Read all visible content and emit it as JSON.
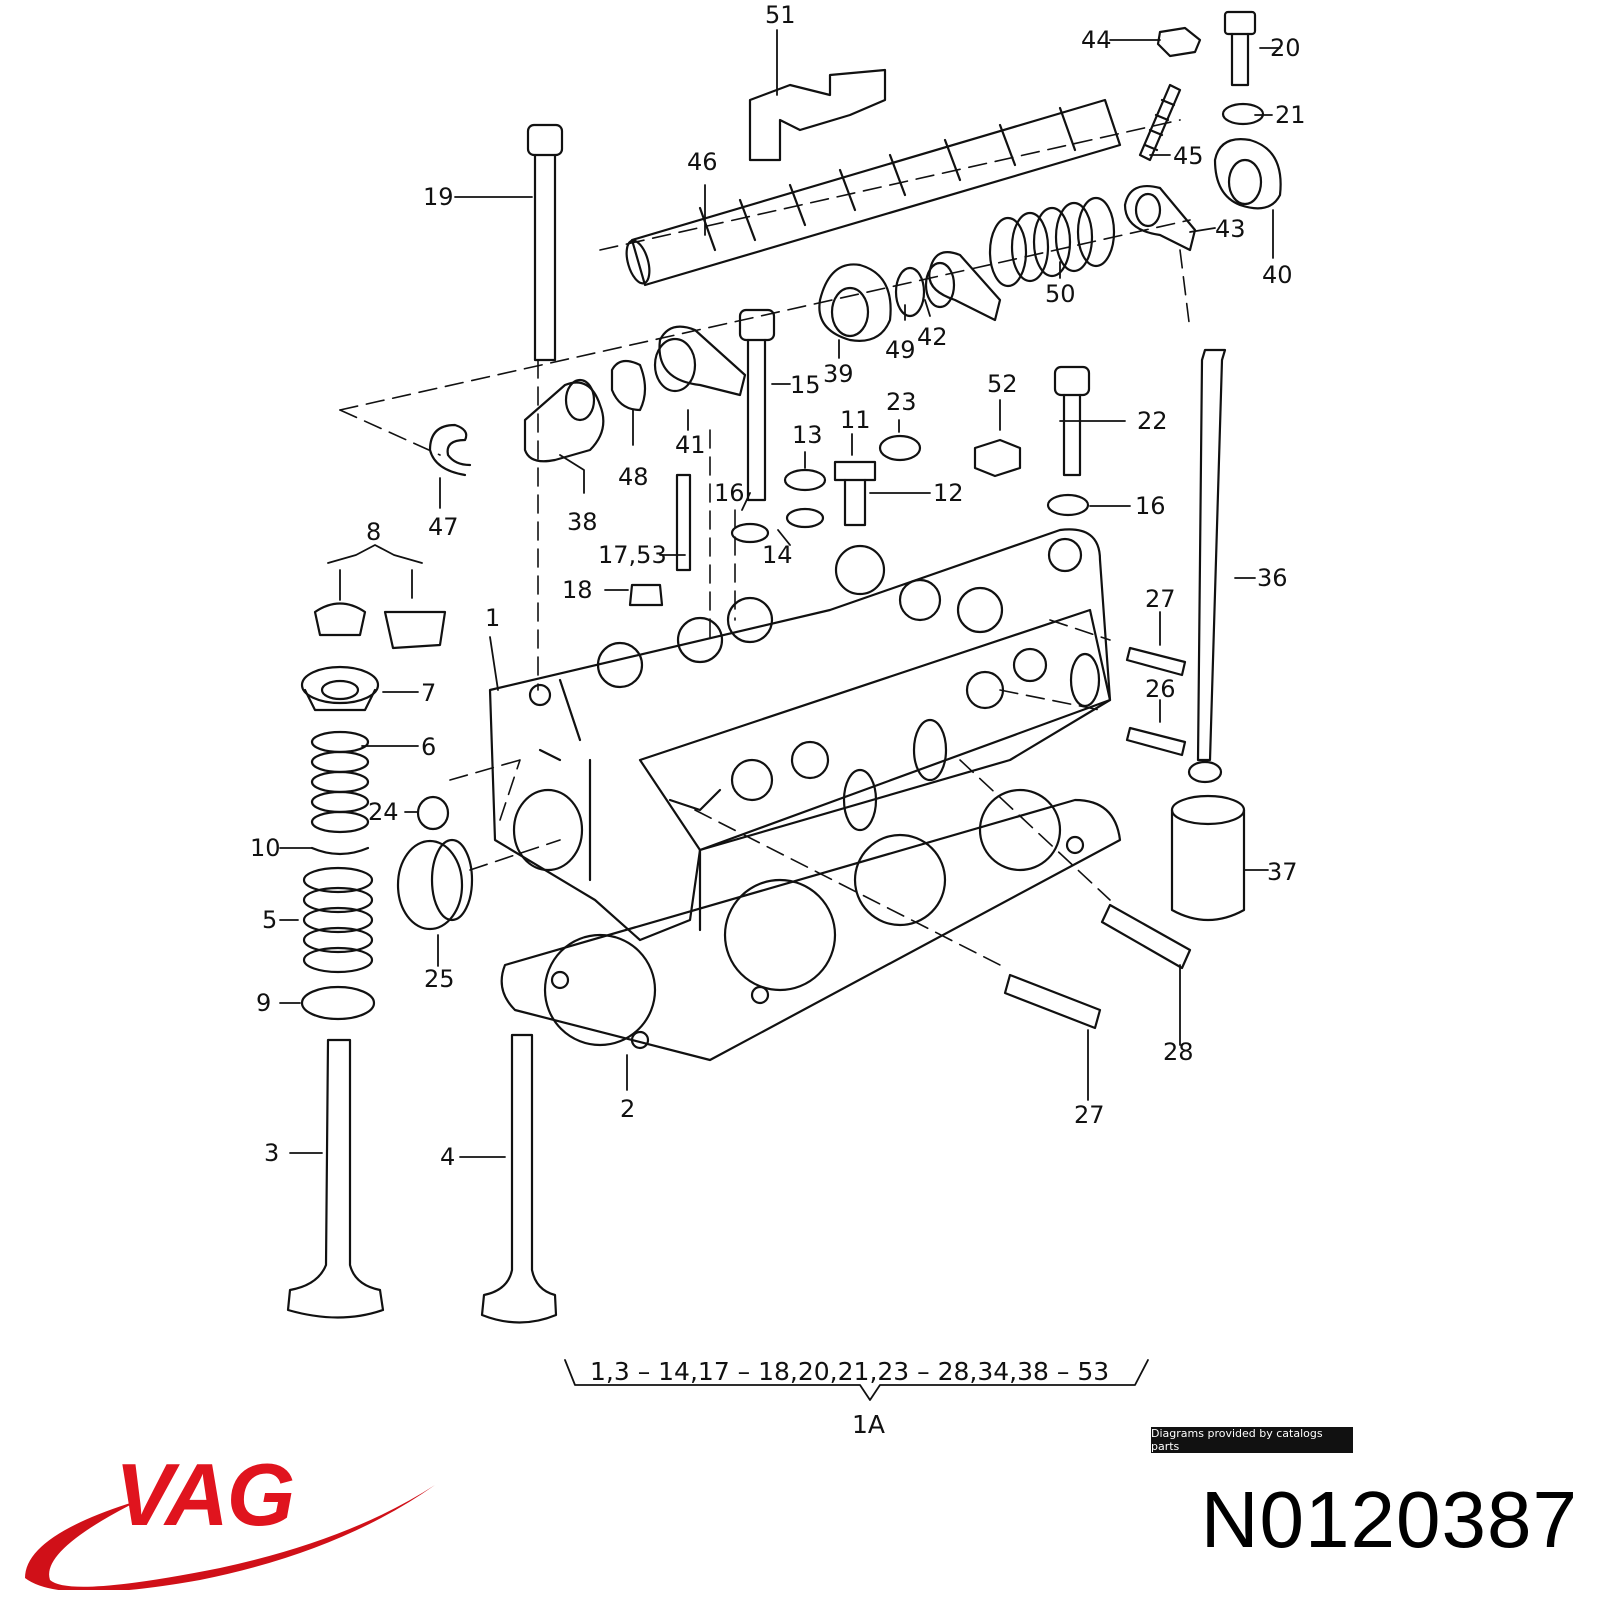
{
  "diagram": {
    "callouts": [
      {
        "id": "51",
        "text": "51"
      },
      {
        "id": "44",
        "text": "44"
      },
      {
        "id": "20",
        "text": "20"
      },
      {
        "id": "21",
        "text": "21"
      },
      {
        "id": "46",
        "text": "46"
      },
      {
        "id": "45",
        "text": "45"
      },
      {
        "id": "19",
        "text": "19"
      },
      {
        "id": "43",
        "text": "43"
      },
      {
        "id": "40",
        "text": "40"
      },
      {
        "id": "50",
        "text": "50"
      },
      {
        "id": "42",
        "text": "42"
      },
      {
        "id": "49",
        "text": "49"
      },
      {
        "id": "39",
        "text": "39"
      },
      {
        "id": "15",
        "text": "15"
      },
      {
        "id": "23",
        "text": "23"
      },
      {
        "id": "52",
        "text": "52"
      },
      {
        "id": "22",
        "text": "22"
      },
      {
        "id": "11",
        "text": "11"
      },
      {
        "id": "13",
        "text": "13"
      },
      {
        "id": "41",
        "text": "41"
      },
      {
        "id": "48",
        "text": "48"
      },
      {
        "id": "38",
        "text": "38"
      },
      {
        "id": "47",
        "text": "47"
      },
      {
        "id": "12",
        "text": "12"
      },
      {
        "id": "16a",
        "text": "16"
      },
      {
        "id": "16b",
        "text": "16"
      },
      {
        "id": "14",
        "text": "14"
      },
      {
        "id": "8",
        "text": "8"
      },
      {
        "id": "17-53",
        "text": "17,53"
      },
      {
        "id": "18",
        "text": "18"
      },
      {
        "id": "36",
        "text": "36"
      },
      {
        "id": "27a",
        "text": "27"
      },
      {
        "id": "1",
        "text": "1"
      },
      {
        "id": "26",
        "text": "26"
      },
      {
        "id": "7",
        "text": "7"
      },
      {
        "id": "6",
        "text": "6"
      },
      {
        "id": "24",
        "text": "24"
      },
      {
        "id": "10",
        "text": "10"
      },
      {
        "id": "37",
        "text": "37"
      },
      {
        "id": "5",
        "text": "5"
      },
      {
        "id": "25",
        "text": "25"
      },
      {
        "id": "9",
        "text": "9"
      },
      {
        "id": "28",
        "text": "28"
      },
      {
        "id": "2",
        "text": "2"
      },
      {
        "id": "27b",
        "text": "27"
      },
      {
        "id": "3",
        "text": "3"
      },
      {
        "id": "4",
        "text": "4"
      }
    ],
    "group_range": "1,3 – 14,17 – 18,20,21,23 – 28,34,38 – 53",
    "group_name": "1A"
  },
  "credit": "Diagrams provided by catalogs parts",
  "brand": {
    "logo_text": "VAG",
    "logo_color": "#e0141e",
    "swoosh_color": "#d01018"
  },
  "part_number": "N0120387"
}
